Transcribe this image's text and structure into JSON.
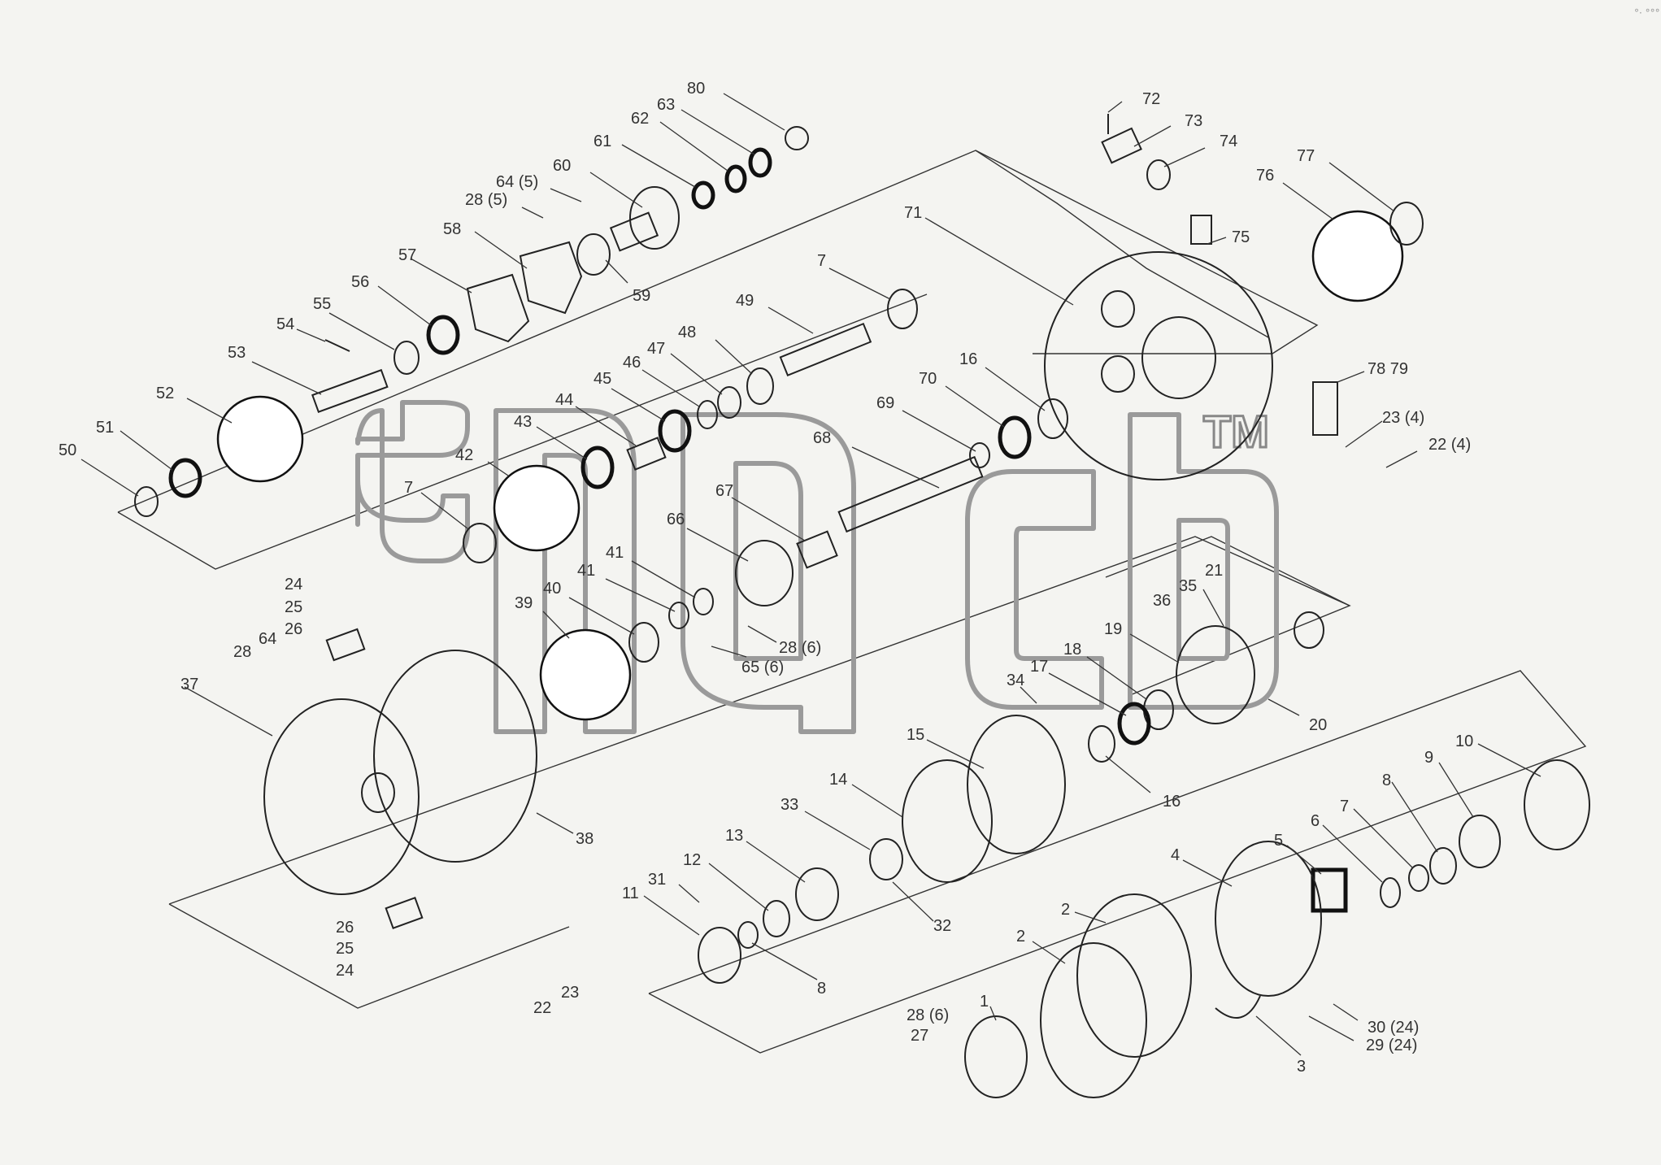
{
  "watermark": {
    "trademark": "TM"
  },
  "corner_mark": "°· °°°",
  "callouts": [
    {
      "id": "c80",
      "text": "80"
    },
    {
      "id": "c63",
      "text": "63"
    },
    {
      "id": "c62",
      "text": "62"
    },
    {
      "id": "c61",
      "text": "61"
    },
    {
      "id": "c60",
      "text": "60"
    },
    {
      "id": "c64_5",
      "text": "64 (5)"
    },
    {
      "id": "c28_5",
      "text": "28 (5)"
    },
    {
      "id": "c58",
      "text": "58"
    },
    {
      "id": "c59",
      "text": "59"
    },
    {
      "id": "c57",
      "text": "57"
    },
    {
      "id": "c56",
      "text": "56"
    },
    {
      "id": "c55",
      "text": "55"
    },
    {
      "id": "c54",
      "text": "54"
    },
    {
      "id": "c53",
      "text": "53"
    },
    {
      "id": "c52",
      "text": "52"
    },
    {
      "id": "c51",
      "text": "51"
    },
    {
      "id": "c50",
      "text": "50"
    },
    {
      "id": "c7a",
      "text": "7"
    },
    {
      "id": "c49",
      "text": "49"
    },
    {
      "id": "c48",
      "text": "48"
    },
    {
      "id": "c47",
      "text": "47"
    },
    {
      "id": "c46",
      "text": "46"
    },
    {
      "id": "c45",
      "text": "45"
    },
    {
      "id": "c44",
      "text": "44"
    },
    {
      "id": "c43",
      "text": "43"
    },
    {
      "id": "c42",
      "text": "42"
    },
    {
      "id": "c7b",
      "text": "7"
    },
    {
      "id": "c72",
      "text": "72"
    },
    {
      "id": "c73",
      "text": "73"
    },
    {
      "id": "c74",
      "text": "74"
    },
    {
      "id": "c75",
      "text": "75"
    },
    {
      "id": "c71",
      "text": "71"
    },
    {
      "id": "c77",
      "text": "77"
    },
    {
      "id": "c76",
      "text": "76"
    },
    {
      "id": "c7879",
      "text": "78 79"
    },
    {
      "id": "c23_4",
      "text": "23 (4)"
    },
    {
      "id": "c22_4",
      "text": "22 (4)"
    },
    {
      "id": "c16a",
      "text": "16"
    },
    {
      "id": "c70",
      "text": "70"
    },
    {
      "id": "c69",
      "text": "69"
    },
    {
      "id": "c68",
      "text": "68"
    },
    {
      "id": "c67",
      "text": "67"
    },
    {
      "id": "c66",
      "text": "66"
    },
    {
      "id": "c41a",
      "text": "41"
    },
    {
      "id": "c41b",
      "text": "41"
    },
    {
      "id": "c40",
      "text": "40"
    },
    {
      "id": "c39",
      "text": "39"
    },
    {
      "id": "c28_6a",
      "text": "28 (6)"
    },
    {
      "id": "c65_6",
      "text": "65 (6)"
    },
    {
      "id": "c24a",
      "text": "24"
    },
    {
      "id": "c25a",
      "text": "25"
    },
    {
      "id": "c26a",
      "text": "26"
    },
    {
      "id": "c64",
      "text": "64"
    },
    {
      "id": "c28",
      "text": "28"
    },
    {
      "id": "c37",
      "text": "37"
    },
    {
      "id": "c38",
      "text": "38"
    },
    {
      "id": "c26b",
      "text": "26"
    },
    {
      "id": "c25b",
      "text": "25"
    },
    {
      "id": "c24b",
      "text": "24"
    },
    {
      "id": "c22",
      "text": "22"
    },
    {
      "id": "c23",
      "text": "23"
    },
    {
      "id": "c35",
      "text": "35"
    },
    {
      "id": "c36",
      "text": "36"
    },
    {
      "id": "c21",
      "text": "21"
    },
    {
      "id": "c19",
      "text": "19"
    },
    {
      "id": "c18",
      "text": "18"
    },
    {
      "id": "c17",
      "text": "17"
    },
    {
      "id": "c34",
      "text": "34"
    },
    {
      "id": "c20",
      "text": "20"
    },
    {
      "id": "c15",
      "text": "15"
    },
    {
      "id": "c16b",
      "text": "16"
    },
    {
      "id": "c14",
      "text": "14"
    },
    {
      "id": "c33",
      "text": "33"
    },
    {
      "id": "c13",
      "text": "13"
    },
    {
      "id": "c12",
      "text": "12"
    },
    {
      "id": "c31",
      "text": "31"
    },
    {
      "id": "c11",
      "text": "11"
    },
    {
      "id": "c32",
      "text": "32"
    },
    {
      "id": "c8a",
      "text": "8"
    },
    {
      "id": "c10",
      "text": "10"
    },
    {
      "id": "c9",
      "text": "9"
    },
    {
      "id": "c8b",
      "text": "8"
    },
    {
      "id": "c7c",
      "text": "7"
    },
    {
      "id": "c6",
      "text": "6"
    },
    {
      "id": "c5",
      "text": "5"
    },
    {
      "id": "c4",
      "text": "4"
    },
    {
      "id": "c2a",
      "text": "2"
    },
    {
      "id": "c2b",
      "text": "2"
    },
    {
      "id": "c1",
      "text": "1"
    },
    {
      "id": "c28_6b",
      "text": "28 (6)"
    },
    {
      "id": "c27",
      "text": "27"
    },
    {
      "id": "c3",
      "text": "3"
    },
    {
      "id": "c30_24",
      "text": "30 (24)"
    },
    {
      "id": "c29_24",
      "text": "29 (24)"
    }
  ]
}
